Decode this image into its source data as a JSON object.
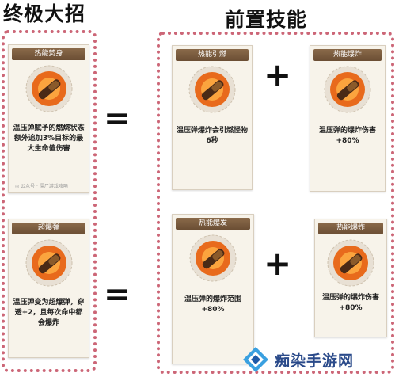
{
  "headings": {
    "ultimate": "终极大招",
    "prerequisite": "前置技能"
  },
  "operators": {
    "equals": "=",
    "plus": "+"
  },
  "cards": {
    "u1": {
      "title": "热能焚身",
      "desc": "温压弹赋予的燃烧状态额外追加3%目标的最大生命值伤害"
    },
    "u2": {
      "title": "超爆弹",
      "desc": "温压弹变为超爆弹，穿透+2，且每次命中都会爆炸"
    },
    "p1": {
      "title": "热能引燃",
      "desc": "温压弹爆炸会引燃怪物6秒"
    },
    "p2": {
      "title": "热能爆炸",
      "desc": "温压弹的爆炸伤害+80%"
    },
    "p3": {
      "title": "热能爆发",
      "desc": "温压弹的爆炸范围+80%"
    },
    "p4": {
      "title": "热能爆炸",
      "desc": "温压弹的爆炸伤害+80%"
    }
  },
  "watermark_small": "◎ 公众号 · 僵尸游戏攻略",
  "site_logo": {
    "text": "痴染手游网",
    "icon": "logo-icon"
  },
  "colors": {
    "frame_dot": "#cc6677",
    "card_title_bg": "#6b4e34",
    "card_bg": "#f7f3ea",
    "logo_blue": "#2a4a8a"
  }
}
